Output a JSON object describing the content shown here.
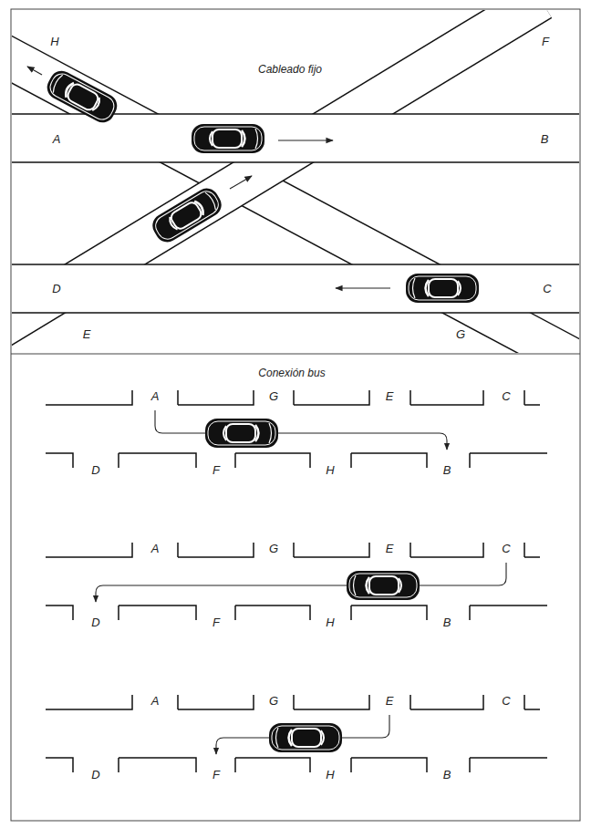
{
  "diagram": {
    "labels": [
      "Cableado fijo",
      "H",
      "F",
      "A",
      "B",
      "D",
      "C",
      "E",
      "G",
      "Conexión bus",
      "A",
      "G",
      "E",
      "C",
      "D",
      "F",
      "H",
      "B",
      "A",
      "G",
      "E",
      "C",
      "D",
      "F",
      "H",
      "B",
      "A",
      "G",
      "E",
      "C",
      "D",
      "F",
      "H",
      "B"
    ]
  }
}
